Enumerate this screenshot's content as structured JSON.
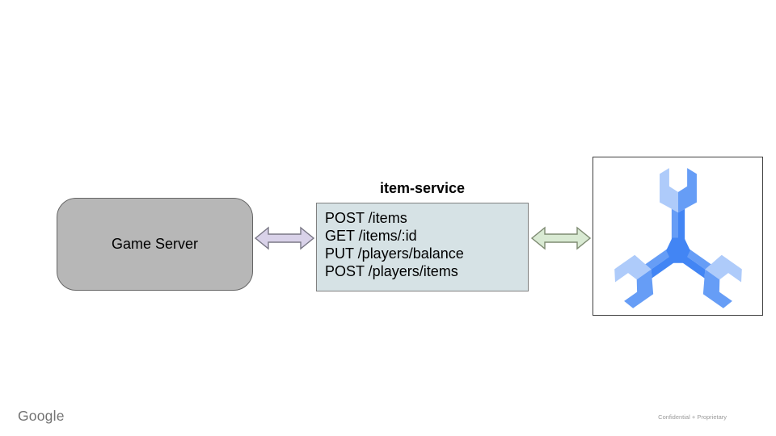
{
  "diagram": {
    "game_server": {
      "label": "Game Server",
      "fill": "#b7b7b7",
      "border_color": "#666666"
    },
    "item_service": {
      "title": "item-service",
      "fill": "#d6e2e5",
      "border_color": "#808080",
      "endpoints": [
        "POST /items",
        "GET /items/:id",
        "PUT /players/balance",
        "POST /players/items"
      ]
    },
    "left_arrow": {
      "direction": "bidirectional",
      "fill": "#d9d2e9",
      "stroke": "#7a7886"
    },
    "right_arrow": {
      "direction": "bidirectional",
      "fill": "#d9ead3",
      "stroke": "#7e8b72"
    },
    "database_node": {
      "icon": "cloud-spanner-icon",
      "border_color": "#3f3f3f",
      "colors": {
        "light": "#aecbfa",
        "medium": "#669df6",
        "dark": "#4285f4"
      }
    }
  },
  "footer": {
    "logo_text": "Google",
    "note": "Confidential + Proprietary"
  }
}
